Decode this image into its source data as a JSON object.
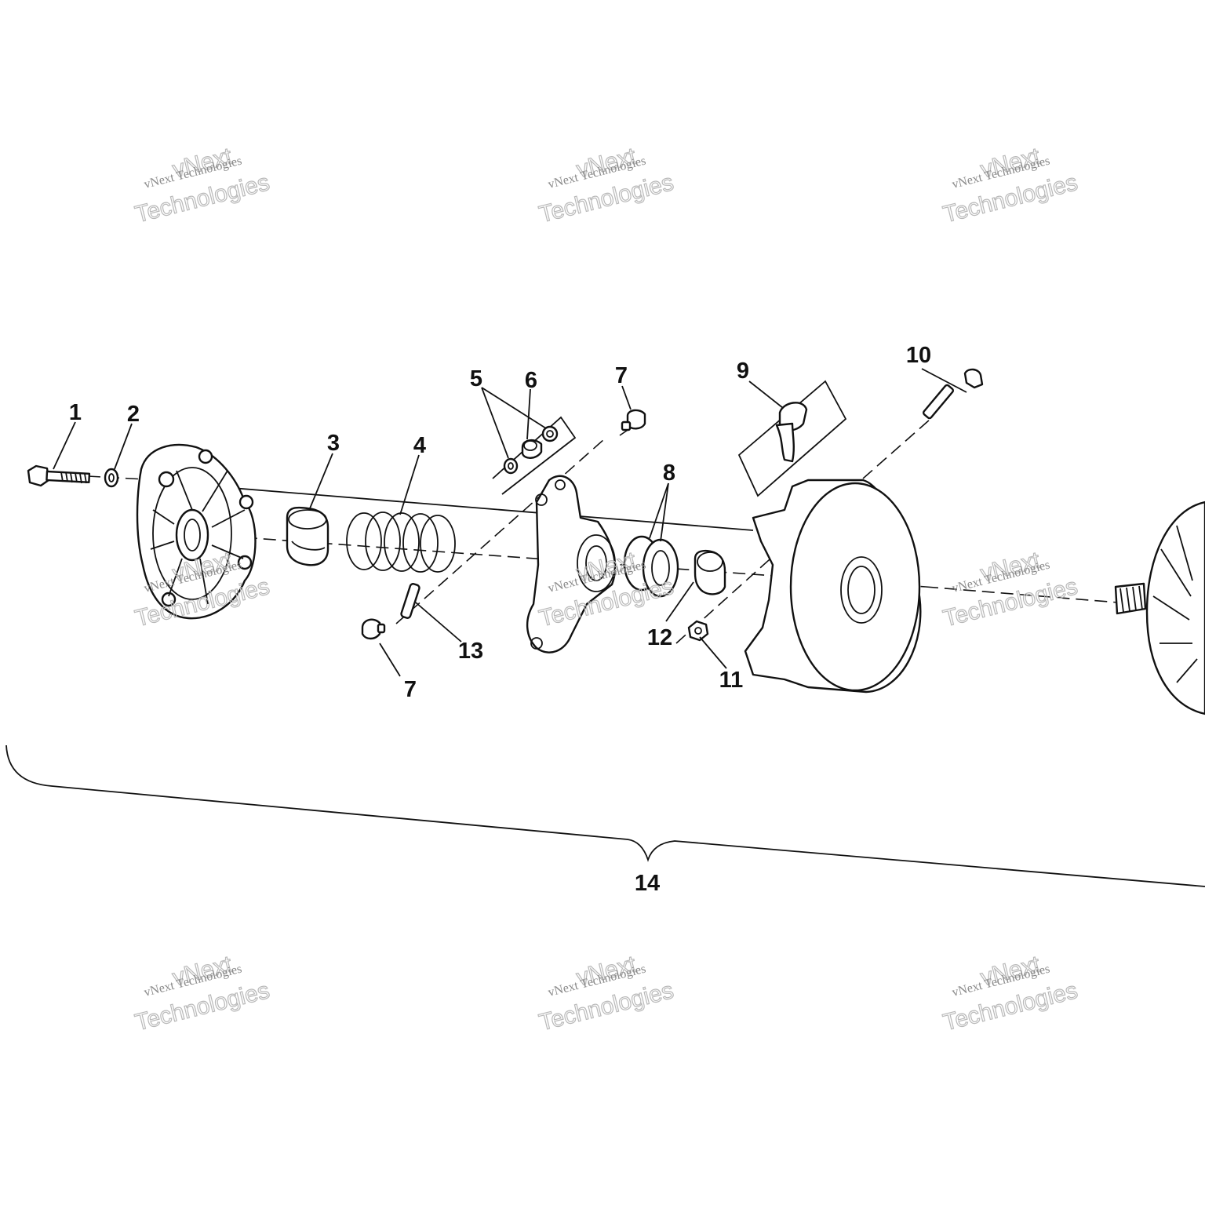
{
  "diagram": {
    "callouts": [
      "1",
      "2",
      "3",
      "4",
      "5",
      "6",
      "7",
      "7",
      "8",
      "9",
      "10",
      "11",
      "12",
      "13",
      "14"
    ],
    "watermark": {
      "line1": "vNext Technologies",
      "line2": "vNext",
      "line3": "Technologies"
    }
  }
}
